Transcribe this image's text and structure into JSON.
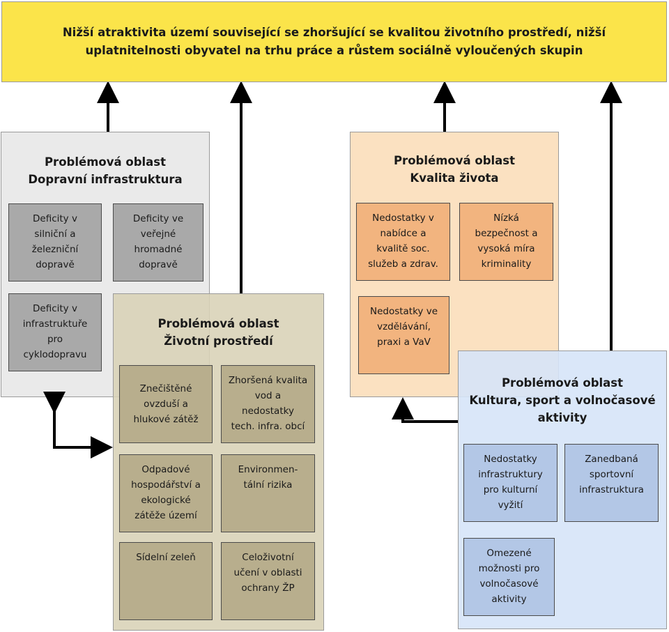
{
  "top_box": {
    "text": "Nižší atraktivita území související se zhoršující se kvalitou životního prostředí, nižší uplatnitelnosti obyvatel na trhu práce a růstem sociálně vyloučených skupin"
  },
  "areas": {
    "doprava": {
      "title": "Problémová oblast\nDopravní infrastruktura",
      "items": [
        "Deficity v\nsilniční a\nželezniční\ndopravě",
        "Deficity ve\nveřejné\nhromadné\ndopravě",
        "Deficity v\ninfrastruktuře\npro\ncyklodopravu"
      ]
    },
    "kvalita": {
      "title": "Problémová oblast\nKvalita života",
      "items": [
        "Nedostatky v\nnabídce a\nkvalitě soc.\nslužeb a zdrav.",
        "Nízká\nbezpečnost a\nvysoká míra\nkriminality",
        "Nedostatky ve\nvzdělávání,\npraxi a VaV"
      ]
    },
    "zivotni": {
      "title": "Problémová oblast\nŽivotní prostředí",
      "items": [
        "Znečištěné\novzduší a\nhlukové zátěž",
        "Zhoršená kvalita\nvod a\nnedostatky\ntech. infra. obcí",
        "Odpadové\nhospodářství a\nekologické\nzátěže území",
        "Environmen-\ntální rizika",
        "Sídelní zeleň",
        "Celoživotní\nučení v oblasti\nochrany ŽP"
      ]
    },
    "kultura": {
      "title": "Problémová oblast\nKultura, sport a volnočasové\naktivity",
      "items": [
        "Nedostatky\ninfrastruktury\npro kulturní\nvyžití",
        "Zanedbaná\nsportovní\ninfrastruktura",
        "Omezené\nmožnosti pro\nvolnočasové\naktivity"
      ]
    }
  },
  "colors": {
    "top_fill": "#fbe44a",
    "arrow": "#000000"
  }
}
